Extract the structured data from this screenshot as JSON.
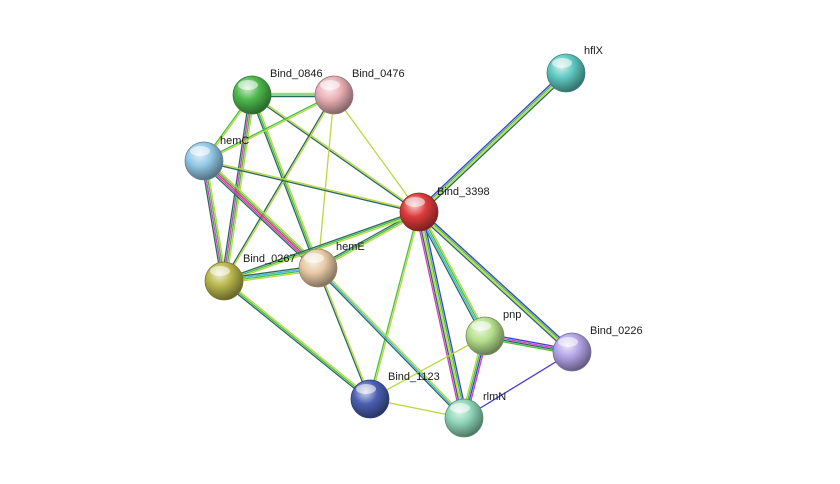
{
  "network": {
    "nodes": [
      {
        "id": "hflX",
        "label": "hflX",
        "color": "#5ec8c0"
      },
      {
        "id": "Bind_0846",
        "label": "Bind_0846",
        "color": "#4cb84c"
      },
      {
        "id": "Bind_0476",
        "label": "Bind_0476",
        "color": "#e9b0b5"
      },
      {
        "id": "hemC",
        "label": "hemC",
        "color": "#92c8e6"
      },
      {
        "id": "Bind_3398",
        "label": "Bind_3398",
        "color": "#dc3a3a"
      },
      {
        "id": "hemE",
        "label": "hemE",
        "color": "#e8c9a6"
      },
      {
        "id": "Bind_0267",
        "label": "Bind_0267",
        "color": "#b9b64c"
      },
      {
        "id": "pnp",
        "label": "pnp",
        "color": "#b5e08c"
      },
      {
        "id": "Bind_0226",
        "label": "Bind_0226",
        "color": "#b3a3e6"
      },
      {
        "id": "Bind_1123",
        "label": "Bind_1123",
        "color": "#4a5fb2"
      },
      {
        "id": "rlmN",
        "label": "rlmN",
        "color": "#8ed6b8"
      }
    ],
    "edges": [
      {
        "from": "Bind_3398",
        "to": "hflX",
        "colors": [
          "#3d3dd8",
          "#44c044",
          "#b8d840",
          "#2a6a5a"
        ]
      },
      {
        "from": "Bind_0846",
        "to": "Bind_0476",
        "colors": [
          "#b8d840",
          "#44c044",
          "#2a6a5a"
        ]
      },
      {
        "from": "Bind_0846",
        "to": "hemC",
        "colors": [
          "#b8d840",
          "#44c044"
        ]
      },
      {
        "from": "Bind_0846",
        "to": "Bind_3398",
        "colors": [
          "#b8d840",
          "#2a6a5a"
        ]
      },
      {
        "from": "Bind_0846",
        "to": "hemE",
        "colors": [
          "#b8d840",
          "#44c044",
          "#2a6a5a"
        ]
      },
      {
        "from": "Bind_0846",
        "to": "Bind_0267",
        "colors": [
          "#b8d840",
          "#44c044",
          "#d040c0",
          "#2a6a5a"
        ]
      },
      {
        "from": "Bind_0476",
        "to": "hemC",
        "colors": [
          "#b8d840",
          "#44c044"
        ]
      },
      {
        "from": "Bind_0476",
        "to": "Bind_3398",
        "colors": [
          "#b8d840"
        ]
      },
      {
        "from": "Bind_0476",
        "to": "hemE",
        "colors": [
          "#b8d840"
        ]
      },
      {
        "from": "Bind_0476",
        "to": "Bind_0267",
        "colors": [
          "#b8d840",
          "#2a6a5a"
        ]
      },
      {
        "from": "hemC",
        "to": "Bind_3398",
        "colors": [
          "#b8d840",
          "#2a6a5a"
        ]
      },
      {
        "from": "hemC",
        "to": "hemE",
        "colors": [
          "#b8d840",
          "#44c044",
          "#e0306a",
          "#d040c0",
          "#2a6a5a"
        ]
      },
      {
        "from": "hemC",
        "to": "Bind_0267",
        "colors": [
          "#b8d840",
          "#44c044",
          "#d040c0",
          "#2a6a5a"
        ]
      },
      {
        "from": "Bind_3398",
        "to": "hemE",
        "colors": [
          "#b8d840",
          "#44c044",
          "#2a6a5a"
        ]
      },
      {
        "from": "Bind_3398",
        "to": "Bind_0267",
        "colors": [
          "#b8d840",
          "#44c044",
          "#2a6a5a"
        ]
      },
      {
        "from": "Bind_3398",
        "to": "pnp",
        "colors": [
          "#b8d840",
          "#44c044",
          "#3db8d0",
          "#2a6a5a"
        ]
      },
      {
        "from": "Bind_3398",
        "to": "Bind_0226",
        "colors": [
          "#3d3dd8",
          "#44c044",
          "#b8d840",
          "#2a6a5a"
        ]
      },
      {
        "from": "Bind_3398",
        "to": "Bind_1123",
        "colors": [
          "#b8d840",
          "#44c044"
        ]
      },
      {
        "from": "Bind_3398",
        "to": "rlmN",
        "colors": [
          "#3d3dd8",
          "#44c044",
          "#b8d840",
          "#2a6a5a",
          "#d040c0"
        ]
      },
      {
        "from": "hemE",
        "to": "Bind_0267",
        "colors": [
          "#b8d840",
          "#44c044",
          "#3db8d0",
          "#2a6a5a"
        ]
      },
      {
        "from": "hemE",
        "to": "Bind_1123",
        "colors": [
          "#b8d840",
          "#2a6a5a"
        ]
      },
      {
        "from": "hemE",
        "to": "rlmN",
        "colors": [
          "#b8d840",
          "#3db8d0",
          "#2a6a5a"
        ]
      },
      {
        "from": "Bind_0267",
        "to": "Bind_1123",
        "colors": [
          "#b8d840",
          "#44c044",
          "#2a6a5a"
        ]
      },
      {
        "from": "pnp",
        "to": "Bind_0226",
        "colors": [
          "#3d3dd8",
          "#d040c0",
          "#2a6a5a",
          "#44c044"
        ]
      },
      {
        "from": "pnp",
        "to": "rlmN",
        "colors": [
          "#d040c0",
          "#3d3dd8",
          "#44c044",
          "#b8d840"
        ]
      },
      {
        "from": "pnp",
        "to": "Bind_1123",
        "colors": [
          "#b8d840"
        ]
      },
      {
        "from": "Bind_0226",
        "to": "rlmN",
        "colors": [
          "#3d3dd8"
        ]
      },
      {
        "from": "Bind_1123",
        "to": "rlmN",
        "colors": [
          "#b8d840"
        ]
      }
    ]
  }
}
